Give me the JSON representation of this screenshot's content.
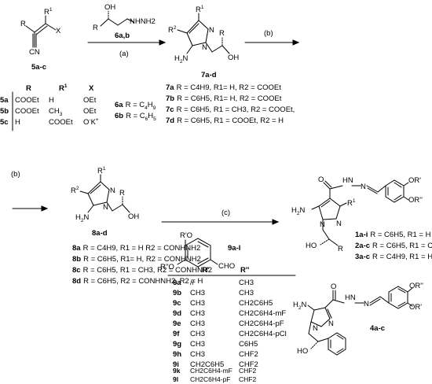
{
  "scheme": {
    "step_a": {
      "reagent_hydrazine": "NHNH2",
      "reagent_hydroxy": "OH",
      "reagent_R": "R",
      "reagent_label": "6a,b",
      "condition": "(a)"
    },
    "step_b1": {
      "condition": "(b)"
    },
    "step_b2": {
      "condition": "(b)"
    },
    "step_c": {
      "condition": "(c)"
    },
    "compound5": {
      "label": "5a-c",
      "atoms": {
        "R": "R",
        "R1": "R",
        "R1_sup": "1",
        "X": "X",
        "CN": "CN"
      },
      "table": {
        "header": [
          "R",
          "R",
          "1",
          "X"
        ],
        "rows": [
          {
            "id": "5a",
            "R": "COOEt",
            "R1": "H",
            "X": "OEt"
          },
          {
            "id": "5b",
            "R": "COOEt",
            "R1": "CH",
            "R1_sub": "3",
            "X": "OEt"
          },
          {
            "id": "5c",
            "R": "H",
            "R1": "COOEt",
            "X": "O",
            "X_sup": "-",
            "X_tail": "K",
            "X_tail_sup": "+"
          }
        ]
      }
    },
    "compound6": {
      "a": {
        "id": "6a",
        "text": "R = C",
        "sub": "4",
        "text2": "H",
        "sub2": "9"
      },
      "b": {
        "id": "6b",
        "text": "R = C",
        "sub": "6",
        "text2": "H",
        "sub2": "5"
      }
    },
    "compound7": {
      "label": "7a-d",
      "atoms": {
        "R1": "R",
        "R1_sup": "1",
        "R2": "R",
        "R2_sup": "2",
        "N1": "N",
        "N2": "N",
        "NH2": "H",
        "NH2_sub": "2",
        "NH2_N": "N",
        "OH": "OH",
        "R": "R"
      },
      "rows": [
        {
          "id": "7a",
          "text": "R = C4H9, R1= H, R2 = COOEt"
        },
        {
          "id": "7b",
          "text": "R = C6H5, R1= H, R2 = COOEt"
        },
        {
          "id": "7c",
          "text": "R = C6H5, R1 = CH3, R2 = COOEt,"
        },
        {
          "id": "7d",
          "text": "R = C6H5, R1 = COOEt, R2 = H"
        }
      ]
    },
    "compound8": {
      "label": "8a-d",
      "atoms": {
        "R1": "R",
        "R1_sup": "1",
        "R2": "R",
        "R2_sup": "2",
        "N1": "N",
        "N2": "N",
        "NH2": "H",
        "NH2_sub": "2",
        "NH2_N": "N",
        "OH": "OH",
        "R": "R"
      },
      "rows": [
        {
          "id": "8a",
          "text": "R = C4H9, R1 = H R2 = CONHNH2"
        },
        {
          "id": "8b",
          "text": "R = C6H5, R1= H, R2 = CONHNH2"
        },
        {
          "id": "8c",
          "text": "R = C6H5, R1 = CH3, R2 = CONHNH2"
        },
        {
          "id": "8d",
          "text": "R = C6H5, R2 = CONHNH2, R2 = H"
        }
      ]
    },
    "compound9": {
      "label": "9a-l",
      "atoms": {
        "OR1": "R'O",
        "OR2": "R''O",
        "CHO": "CHO"
      },
      "table_header": [
        "R'",
        "R''"
      ],
      "rows": [
        {
          "id": "9a",
          "r1": "//",
          "r2": "CH3"
        },
        {
          "id": "9b",
          "r1": "CH3",
          "r2": "CH3"
        },
        {
          "id": "9c",
          "r1": "CH3",
          "r2": "CH2C6H5"
        },
        {
          "id": "9d",
          "r1": "CH3",
          "r2": "CH2C6H4-mF"
        },
        {
          "id": "9e",
          "r1": "CH3",
          "r2": "CH2C6H4-pF"
        },
        {
          "id": "9f",
          "r1": "CH3",
          "r2": "CH2C6H4-pCl"
        },
        {
          "id": "9g",
          "r1": "CH3",
          "r2": "C6H5"
        },
        {
          "id": "9h",
          "r1": "CH3",
          "r2": "CHF2"
        },
        {
          "id": "9i",
          "r1": "CH2C6H5",
          "r2": "CHF2"
        },
        {
          "id": "9k",
          "r1": "CH2C6H4-mF",
          "r2": "CHF2"
        },
        {
          "id": "9l",
          "r1": "CH2C6H4-pF",
          "r2": "CHF2"
        }
      ]
    },
    "compound1": {
      "atoms": {
        "O": "O",
        "NH1": "H",
        "NH1_N": "N",
        "N": "N",
        "OR1": "OR'",
        "OR2": "OR''",
        "NH2": "H",
        "NH2_sub": "2",
        "NH2_N": "N",
        "N1": "N",
        "N2": "N",
        "R1": "R",
        "R1_sup": "1",
        "HO": "HO",
        "R": "R"
      },
      "rows": [
        {
          "id": "1a-i",
          "text": "R = C6H5, R1 = H"
        },
        {
          "id": "2a-c",
          "text": "R = C6H5, R1 = CH3"
        },
        {
          "id": "3a-c",
          "text": "R = C4H9, R1 = H"
        }
      ]
    },
    "compound4": {
      "label": "4a-c",
      "atoms": {
        "O": "O",
        "NH1": "H",
        "NH1_N": "N",
        "N": "N",
        "OR2": "OR''",
        "OR1": "OR'",
        "NH2": "H",
        "NH2_sub": "2",
        "NH2_N": "N",
        "N1": "N",
        "N2": "N",
        "HO": "HO"
      }
    }
  }
}
